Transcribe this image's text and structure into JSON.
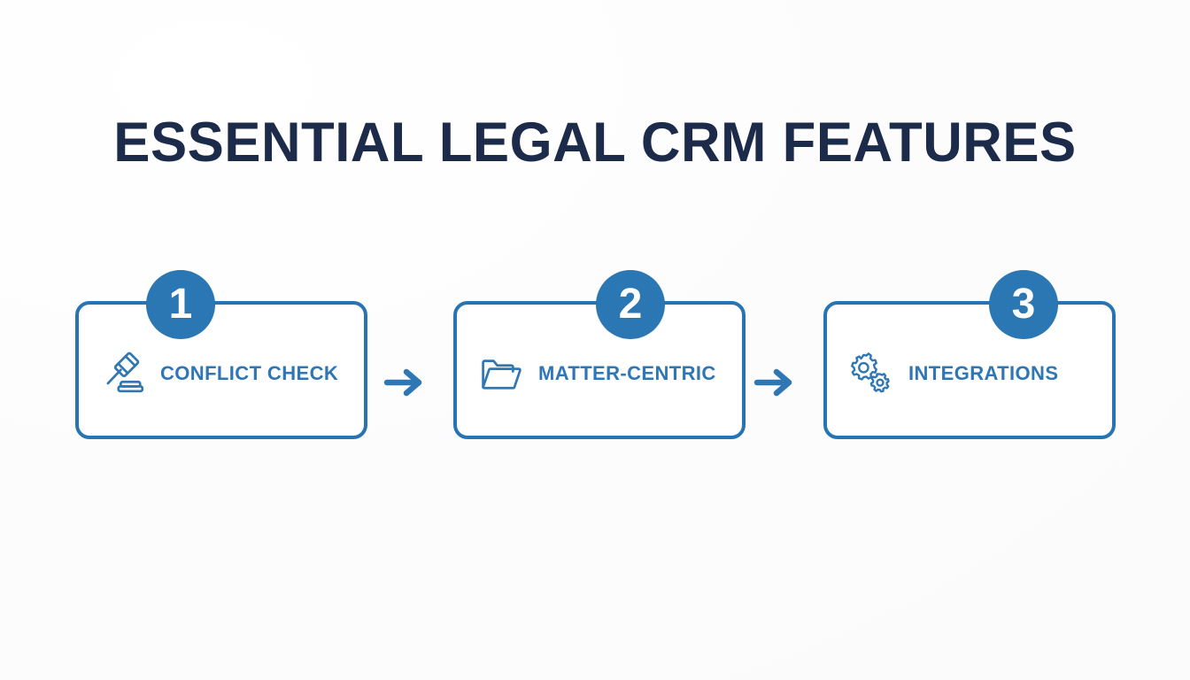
{
  "page": {
    "title": "ESSENTIAL LEGAL CRM FEATURES",
    "background_color": "#fdfdfe",
    "title_color": "#1c2b4a",
    "accent_color": "#2874b2",
    "label_color": "#2e76b4",
    "badge_color": "#2a77b4"
  },
  "flow": {
    "steps": [
      {
        "number": "1",
        "label": "CONFLICT CHECK",
        "icon": "gavel-icon"
      },
      {
        "number": "2",
        "label": "MATTER-CENTRIC",
        "icon": "folder-open-icon"
      },
      {
        "number": "3",
        "label": "INTEGRATIONS",
        "icon": "gears-icon"
      }
    ],
    "connectors": [
      {
        "icon": "arrow-right-icon"
      },
      {
        "icon": "arrow-right-icon"
      }
    ]
  }
}
